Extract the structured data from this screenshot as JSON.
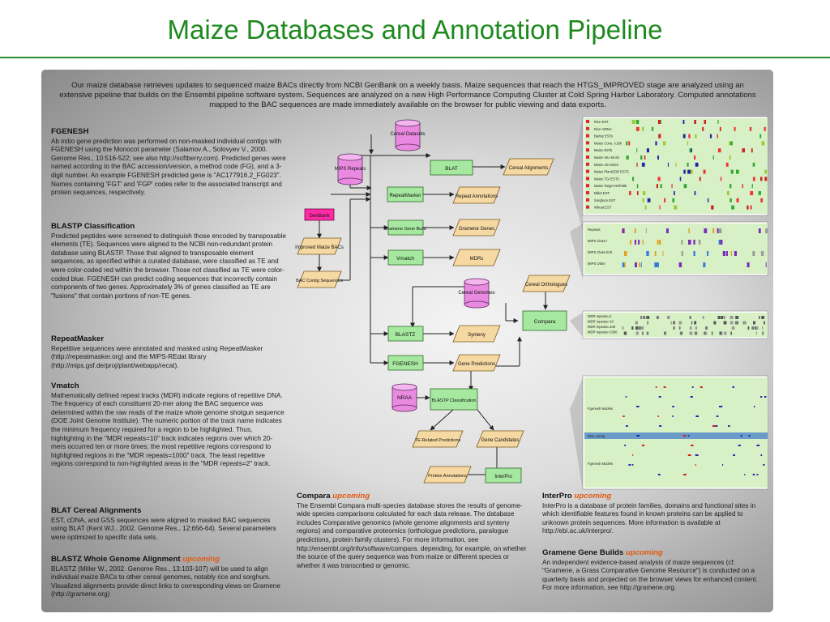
{
  "slide_title": "Maize Databases and Annotation Pipeline",
  "intro": "Our maize database retrieves updates to sequenced maize BACs directly from NCBI GenBank on a weekly basis. Maize sequences that reach the HTGS_IMPROVED stage are analyzed using an extensive pipeline that builds on the Ensembl pipeline software system. Sequences are analyzed on a new High Performance Computing Cluster at Cold Spring Harbor Laboratory. Computed annotations mapped to the BAC sequences are made immediately available on the browser for public viewing and data exports.",
  "sections": {
    "fgenesh": {
      "heading": "FGENESH",
      "body": "Ab initio gene prediction was performed on non-masked individual contigs with FGENESH using the Monocot parameter (Salamov A., Solovyev V., 2000. Genome Res., 10:516-522; see also http://softberry.com). Predicted genes were named according to the BAC accession/version, a method code (FG), and a 3-digit number. An example FGENESH predicted gene is \"AC177916.2_FG023\". Names containing 'FGT' and 'FGP' codes refer to the associated transcript and protein sequences, respectively."
    },
    "blastp": {
      "heading": "BLASTP Classification",
      "body": "Predicted peptides were screened to distinguish those encoded by transposable elements (TE). Sequences were aligned to the NCBI non-redundant protein database using BLASTP. Those that aligned to transposable element sequences, as specified within a curated database, were classified as TE and were color-coded red within the browser. Those not classified as TE were color-coded blue. FGENESH can predict coding sequences that incorrectly contain components of two genes. Approximately 3% of genes classified as TE are \"fusions\" that contain portions of non-TE genes."
    },
    "repeatmasker": {
      "heading": "RepeatMasker",
      "body": "Repetitive sequences were annotated and masked using RepeatMasker (http://repeatmasker.org) and the MIPS-REdat library (http://mips.gsf.de/proj/plant/webapp/recat)."
    },
    "vmatch": {
      "heading": "Vmatch",
      "body": "Mathematically defined repeat tracks (MDR) indicate regions of repetitive DNA. The frequency of each constituent 20-mer along the BAC sequence was determined within the raw reads of the maize whole genome shotgun sequence (DOE Joint Genome Institute). The numeric portion of the track name indicates the minimum frequency required for a region to be highlighted. Thus, highlighting in the \"MDR repeats=10\" track indicates regions over which 20-mers occurred ten or more times; the most repetitive regions correspond to highlighted regions in the \"MDR repeats=1000\" track. The least repetitive regions correspond to non-highlighted areas in the \"MDR repeats=2\" track."
    },
    "blat": {
      "heading": "BLAT Cereal Alignments",
      "body": "EST, cDNA, and GSS sequences were aligned to masked BAC sequences using BLAT (Kent WJ., 2002. Genome Res., 12:656-64). Several parameters were optimized to specific data sets."
    },
    "blastz": {
      "heading": "BLASTZ Whole Genome Alignment",
      "tag": "upcoming",
      "body": "BLASTZ (Miller W., 2002. Genome Res., 13:103-107) will be used to align individual maize BACs to other cereal genomes, notably rice and sorghum. Visualized alignments provide direct links to corresponding views on Gramene (http://gramene.org)"
    },
    "compara": {
      "heading": "Compara",
      "tag": "upcoming",
      "body": "The Ensembl Compara multi-species database stores the results of genome-wide species comparisons calculated for each data release. The database includes Comparative genomics (whole genome alignments and synteny regions) and comparative proteomics (orthologue predictions, paralogue predictions, protein family clusters). For more information, see http://ensembl.org/info/software/compara. depending, for example, on whether the source of the query sequence was from maize or different species or whether it was transcribed or genomic."
    },
    "interpro": {
      "heading": "InterPro",
      "tag": "upcoming",
      "body": "InterPro is a database of protein families, domains and functional sites in which identifiable features found in known proteins can be applied to unknown protein sequences. More information is available at http://ebi.ac.uk/interpro/."
    },
    "gramene": {
      "heading": "Gramene Gene Builds",
      "tag": "upcoming",
      "body": "An independent evidence-based analysis of maize sequences (cf. \"Gramene, a Grass Comparative Genome Resource\") is conducted on a quarterly basis and projected on the browser views for enhanced content. For more information, see http://gramene.org."
    }
  },
  "flow": {
    "cereal_datasets": "Cereal Datasets",
    "mips_repeats": "MIPS Repeats",
    "blat": "BLAT",
    "cereal_alignments": "Cereal Alignments",
    "repeatmasker": "RepeatMasker",
    "repeat_annotations": "Repeat Annotations",
    "genbank": "GenBank",
    "improved_bacs": "Improved Maize BACs",
    "gramene_gene_build": "Gramene Gene Build",
    "gramene_genes": "Gramene Genes",
    "vmatch": "Vmatch",
    "mdrs": "MDRs",
    "bac_contig": "BAC Contig Sequences",
    "cereal_orthologues": "Cereal Orthologues",
    "cereal_genomes": "Cereal Genomes",
    "compara": "Compara",
    "blastz": "BLASTZ",
    "synteny": "Synteny",
    "fgenesh": "FGENESH",
    "gene_predictions": "Gene Predictions",
    "nraa": "NRAA",
    "blastp": "BLASTP Classification",
    "te_related": "TE-Related Predictions",
    "gene_candidates": "Gene Candidates",
    "protein_annotations": "Protein Annotations",
    "interpro": "InterPro"
  },
  "tracks": {
    "alignments": [
      "Rice EST",
      "Rice mRNA",
      "Barley ESTs",
      "Maize Cons. A18K",
      "Maize ESTs",
      "Maize ISU MAGI",
      "Maize JGI WGS",
      "Maize PlantGDB ESTC",
      "Maize TGI ESTC",
      "Maize Target NSF58k",
      "Millet EST",
      "Sorghum EST",
      "Wheat EST"
    ],
    "repeats": [
      "Repeats",
      "MIPS Class I",
      "MIPS Class II/III",
      "MIPS Other"
    ],
    "mdr": [
      "MDR repeats=2",
      "MDR repeats=10",
      "MDR repeats=100",
      "MDR repeats=1000"
    ],
    "genes": [
      "Fgenesh Models",
      "DNA contig",
      "Fgenesh Models"
    ]
  },
  "colors": {
    "title": "#1e8a1e",
    "upcoming": "#e05a10",
    "green_box": "#a6e8a0",
    "tan_box": "#f6d8a2",
    "magenta_cyl": "#e98ae0"
  }
}
